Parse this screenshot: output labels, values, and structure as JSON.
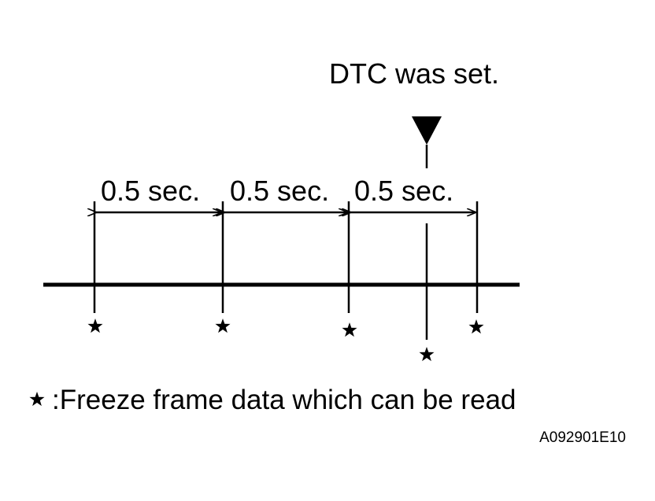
{
  "title": "DTC was set.",
  "intervals": [
    {
      "label": "0.5 sec."
    },
    {
      "label": "0.5 sec."
    },
    {
      "label": "0.5 sec."
    }
  ],
  "legend": {
    "icon": "star-icon",
    "text": ":Freeze frame data which can be read"
  },
  "figure_code": "A092901E10",
  "colors": {
    "ink": "#000000",
    "background": "#ffffff"
  }
}
